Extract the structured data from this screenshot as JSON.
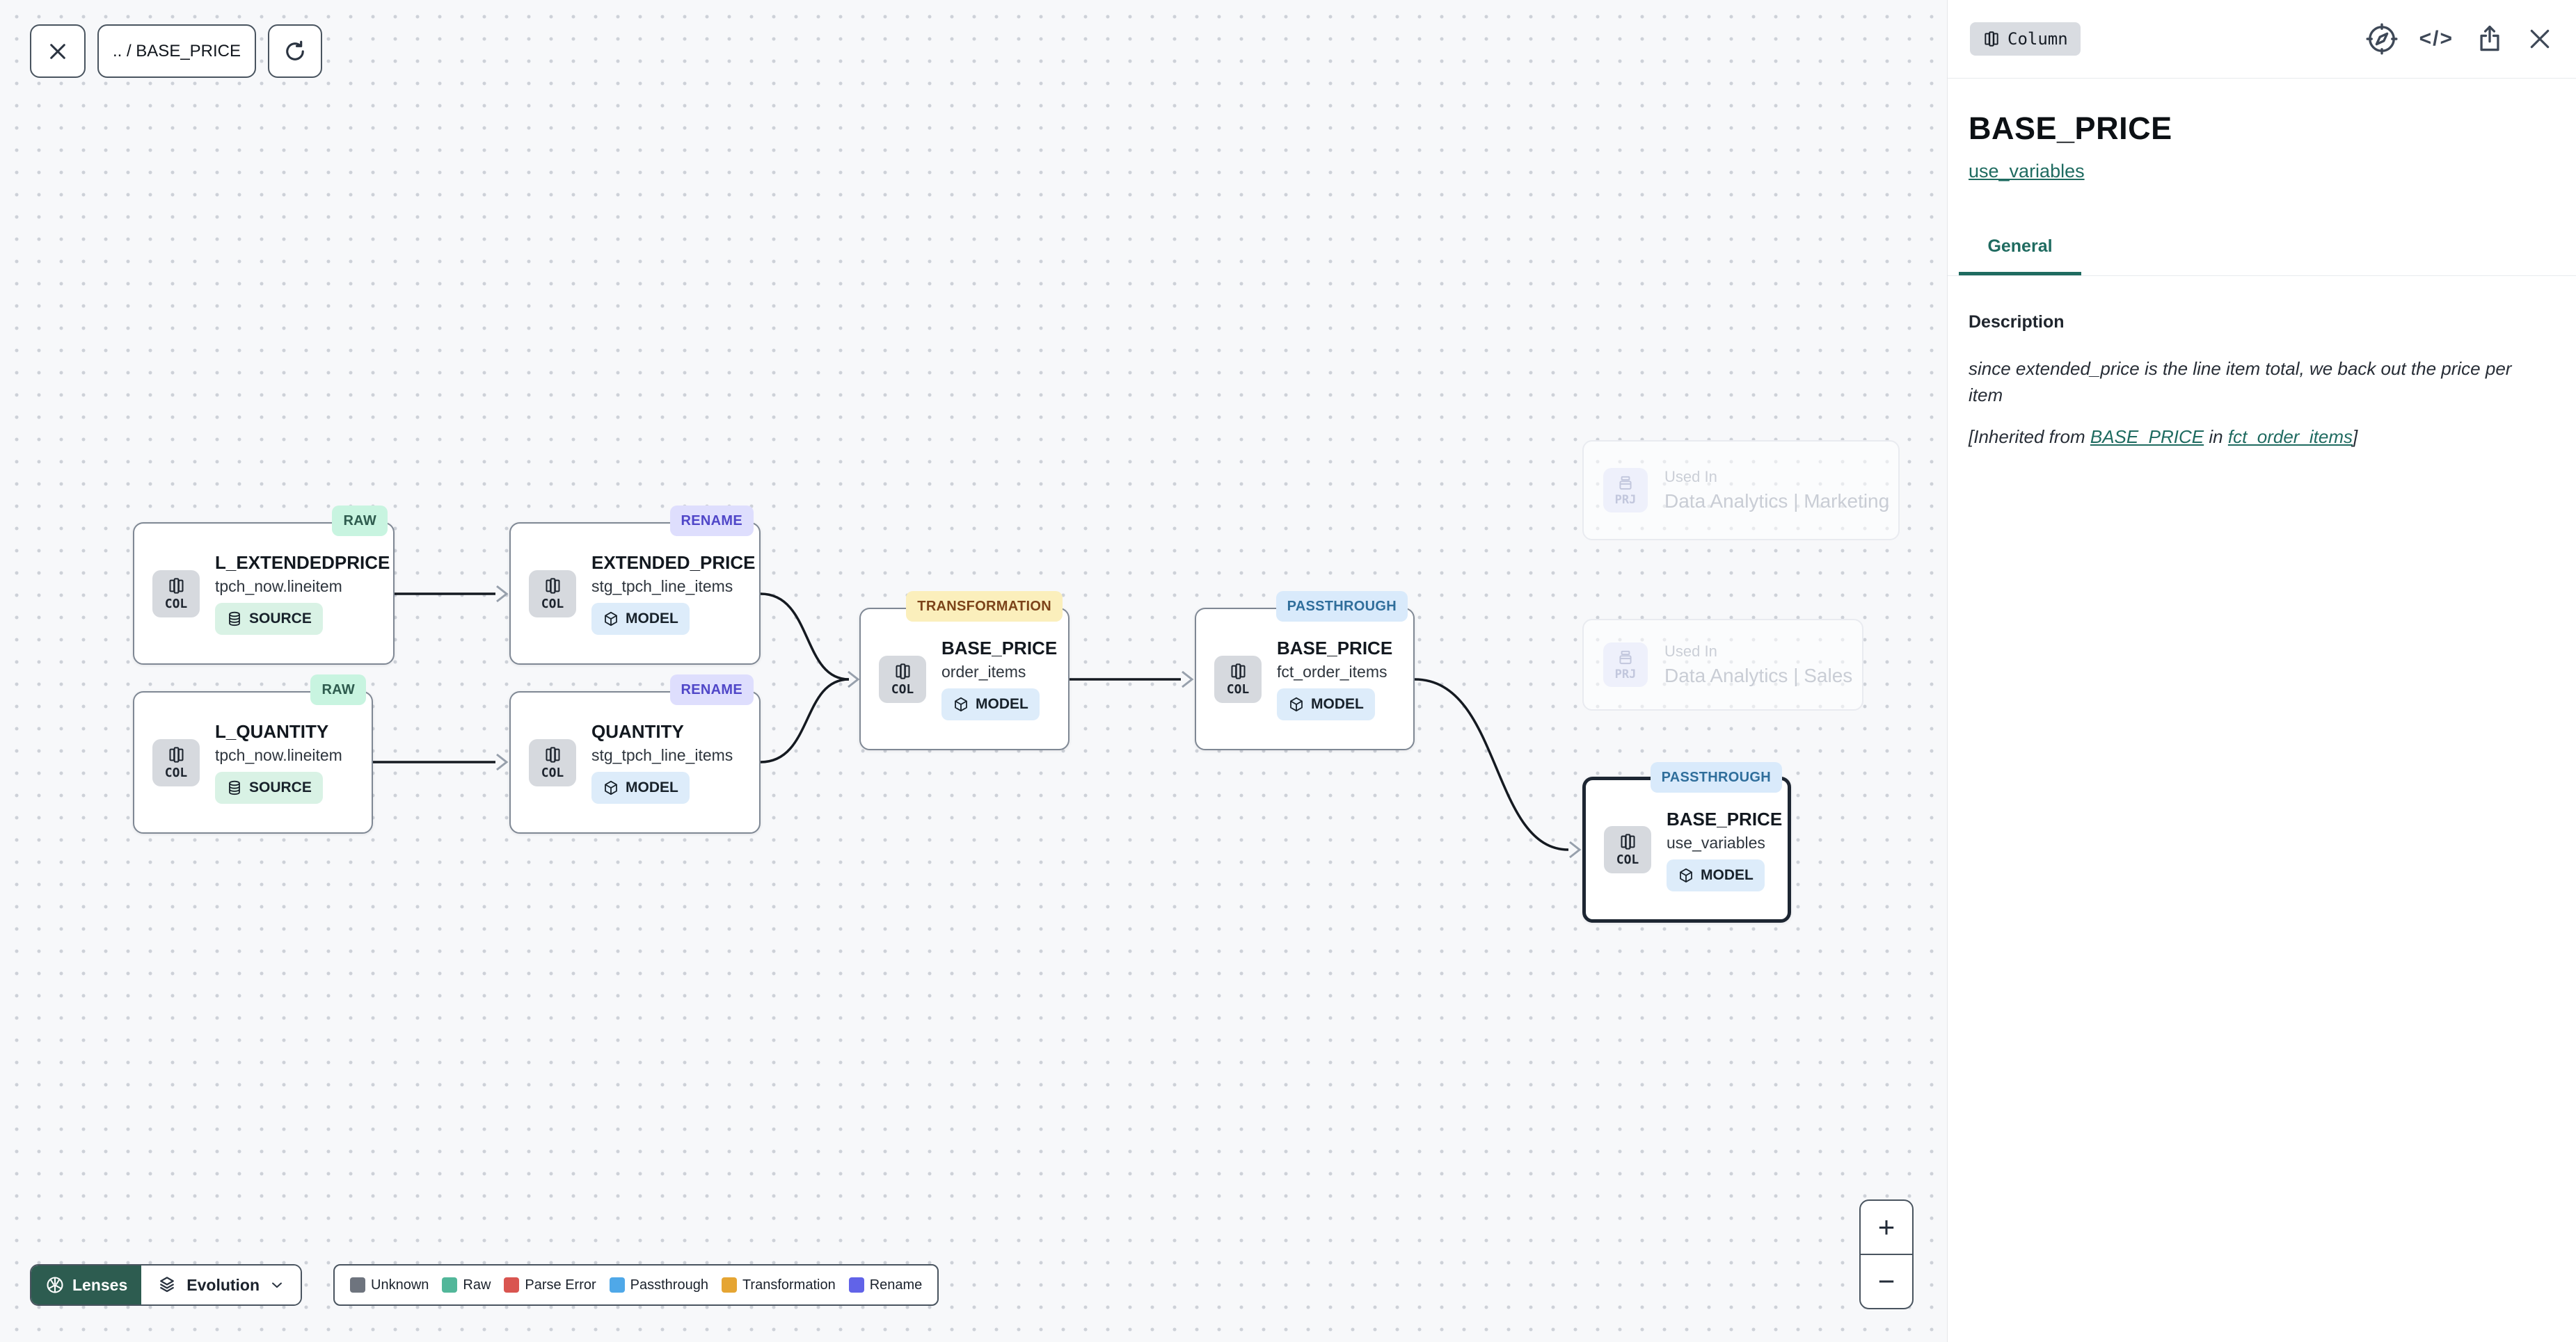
{
  "toolbar": {
    "breadcrumb": ".. / BASE_PRICE"
  },
  "colors": {
    "accent_teal": "#1f6b60",
    "lenses_bg": "#2d5c50",
    "badge_raw_bg": "#c8f4e0",
    "badge_raw_fg": "#2e5b4e",
    "badge_rename_bg": "#dedefd",
    "badge_rename_fg": "#4f46c8",
    "badge_transformation_bg": "#fbefbc",
    "badge_transformation_fg": "#7c431a",
    "badge_passthrough_bg": "#d9eafb",
    "badge_passthrough_fg": "#2f6e9b",
    "chip_source_bg": "#d9f2e5",
    "chip_model_bg": "#ddecfa",
    "legend_unknown": "#6e747e",
    "legend_raw": "#52b79a",
    "legend_parse_error": "#d95550",
    "legend_passthrough": "#4fa8e8",
    "legend_transformation": "#e5a533",
    "legend_rename": "#6163e8"
  },
  "graph": {
    "col_chip_label": "COL",
    "prj_chip_label": "PRJ",
    "nodes": [
      {
        "title": "L_EXTENDEDPRICE",
        "subtitle": "tpch_now.lineitem",
        "kind": "SOURCE",
        "badge": "RAW"
      },
      {
        "title": "EXTENDED_PRICE",
        "subtitle": "stg_tpch_line_items",
        "kind": "MODEL",
        "badge": "RENAME"
      },
      {
        "title": "L_QUANTITY",
        "subtitle": "tpch_now.lineitem",
        "kind": "SOURCE",
        "badge": "RAW"
      },
      {
        "title": "QUANTITY",
        "subtitle": "stg_tpch_line_items",
        "kind": "MODEL",
        "badge": "RENAME"
      },
      {
        "title": "BASE_PRICE",
        "subtitle": "order_items",
        "kind": "MODEL",
        "badge": "TRANSFORMATION"
      },
      {
        "title": "BASE_PRICE",
        "subtitle": "fct_order_items",
        "kind": "MODEL",
        "badge": "PASSTHROUGH"
      },
      {
        "title": "BASE_PRICE",
        "subtitle": "use_variables",
        "kind": "MODEL",
        "badge": "PASSTHROUGH"
      }
    ],
    "used_in": [
      {
        "label": "Used In",
        "title": "Data Analytics | Marketing"
      },
      {
        "label": "Used In",
        "title": "Data Analytics | Sales"
      }
    ]
  },
  "lenses": {
    "button_label": "Lenses",
    "mode_label": "Evolution"
  },
  "legend": {
    "items": [
      {
        "label": "Unknown"
      },
      {
        "label": "Raw"
      },
      {
        "label": "Parse Error"
      },
      {
        "label": "Passthrough"
      },
      {
        "label": "Transformation"
      },
      {
        "label": "Rename"
      }
    ]
  },
  "zoom_controls": {
    "zoom_in": "+",
    "zoom_out": "−"
  },
  "panel": {
    "type_badge": "Column",
    "code_icon_glyph": "</>",
    "title": "BASE_PRICE",
    "model_link": "use_variables",
    "tab_general": "General",
    "description_heading": "Description",
    "description_body": "since extended_price is the line item total, we back out the price per item",
    "inherited_prefix": "[Inherited from ",
    "inherited_link_column": "BASE_PRICE",
    "inherited_middle": " in ",
    "inherited_link_model": "fct_order_items",
    "inherited_suffix": "]"
  }
}
